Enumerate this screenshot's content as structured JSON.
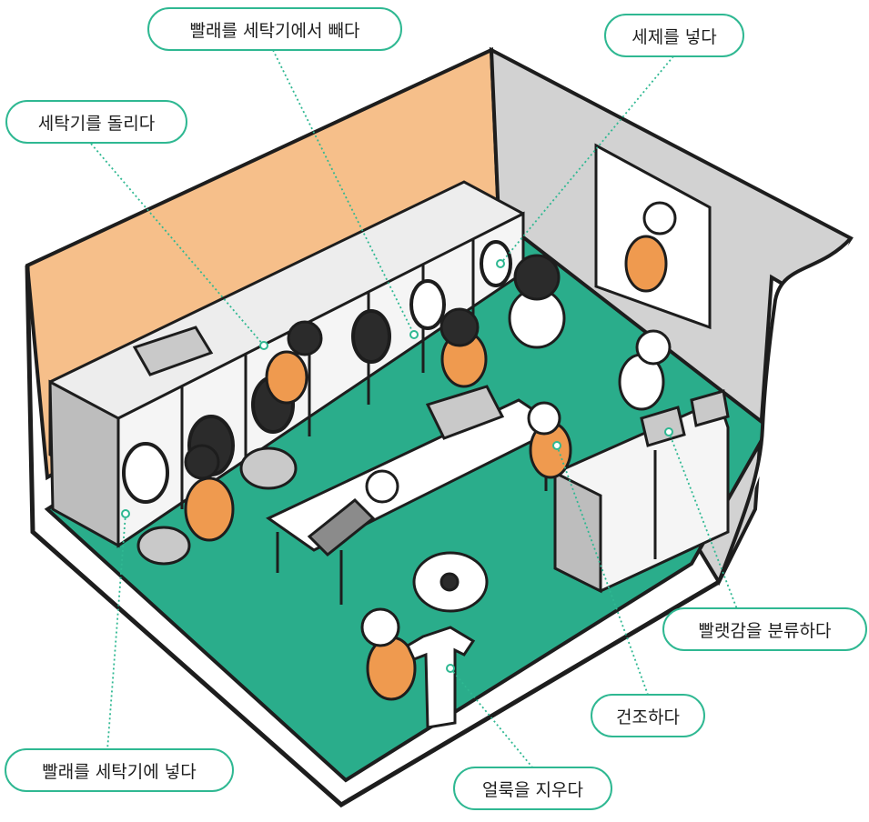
{
  "colors": {
    "accent": "#2fb892",
    "floor": "#2aad8b",
    "left_wall": "#f6bf8a",
    "back_wall": "#d2d2d2",
    "outline": "#1d1d1d",
    "shirt": "#ef9a4f"
  },
  "labels": {
    "take_out": "빨래를 세탁기에서 빼다",
    "add_detergent": "세제를 넣다",
    "run_machine": "세탁기를 돌리다",
    "sort_laundry": "빨랫감을 분류하다",
    "dry": "건조하다",
    "put_in": "빨래를 세탁기에 넣다",
    "remove_stain": "얼룩을 지우다"
  }
}
